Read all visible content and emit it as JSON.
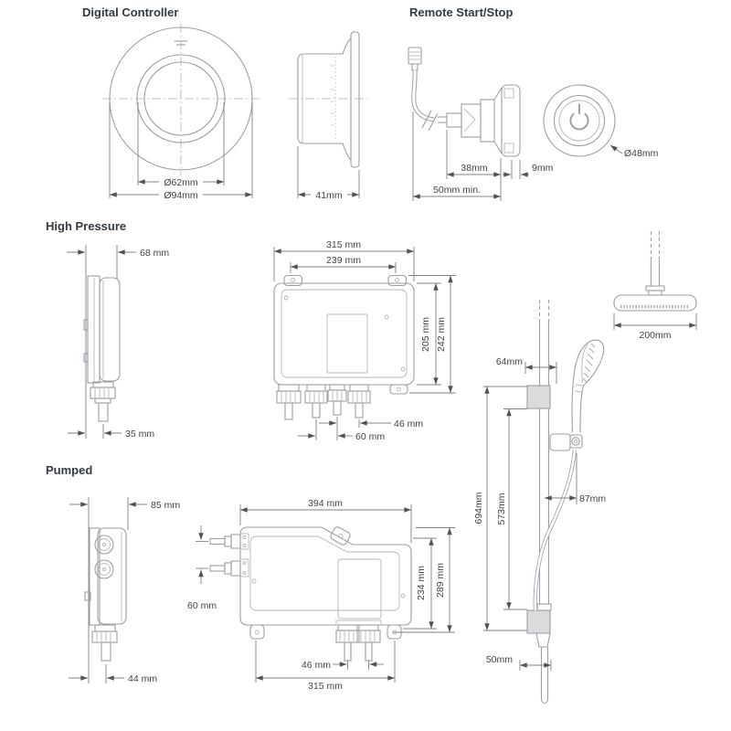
{
  "palette": {
    "part_line": "#9aa0a4",
    "dimension_line": "#7d8286",
    "arrow": "#4e5358",
    "label_text": "#3f4449",
    "title_text": "#343a40",
    "bracket_fill": "#d9dbdd",
    "background": "#ffffff"
  },
  "sections": {
    "digital_controller": {
      "title": "Digital Controller",
      "front": {
        "dial_diameter": "Ø62mm",
        "faceplate_diameter": "Ø94mm"
      },
      "side": {
        "depth": "41mm"
      }
    },
    "remote_start_stop": {
      "title": "Remote Start/Stop",
      "side": {
        "body_length": "38mm",
        "bezel_depth": "9mm",
        "min_clearance": "50mm min."
      },
      "front": {
        "button_diameter": "Ø48mm"
      }
    },
    "high_pressure": {
      "title": "High Pressure",
      "side": {
        "depth": "68 mm",
        "outlet_offset": "35 mm"
      },
      "front": {
        "overall_width": "315 mm",
        "fixing_centres": "239 mm",
        "body_height": "205 mm",
        "overall_height": "242 mm",
        "outlet_spacing_a": "46 mm",
        "outlet_spacing_b": "60 mm"
      }
    },
    "pumped": {
      "title": "Pumped",
      "side": {
        "depth": "85 mm",
        "outlet_offset": "44 mm"
      },
      "front": {
        "overall_width": "394 mm",
        "inlet_spacing": "60 mm",
        "body_height": "234 mm",
        "overall_height": "289 mm",
        "outlet_spacing": "46 mm",
        "fixing_centres": "315 mm"
      }
    },
    "shower_kit": {
      "bracket_depth": "64mm",
      "head_diameter": "200mm",
      "rail_overall_height": "694mm",
      "rail_fixing_centres": "573mm",
      "handset_offset": "87mm",
      "hose_offset": "50mm"
    }
  }
}
